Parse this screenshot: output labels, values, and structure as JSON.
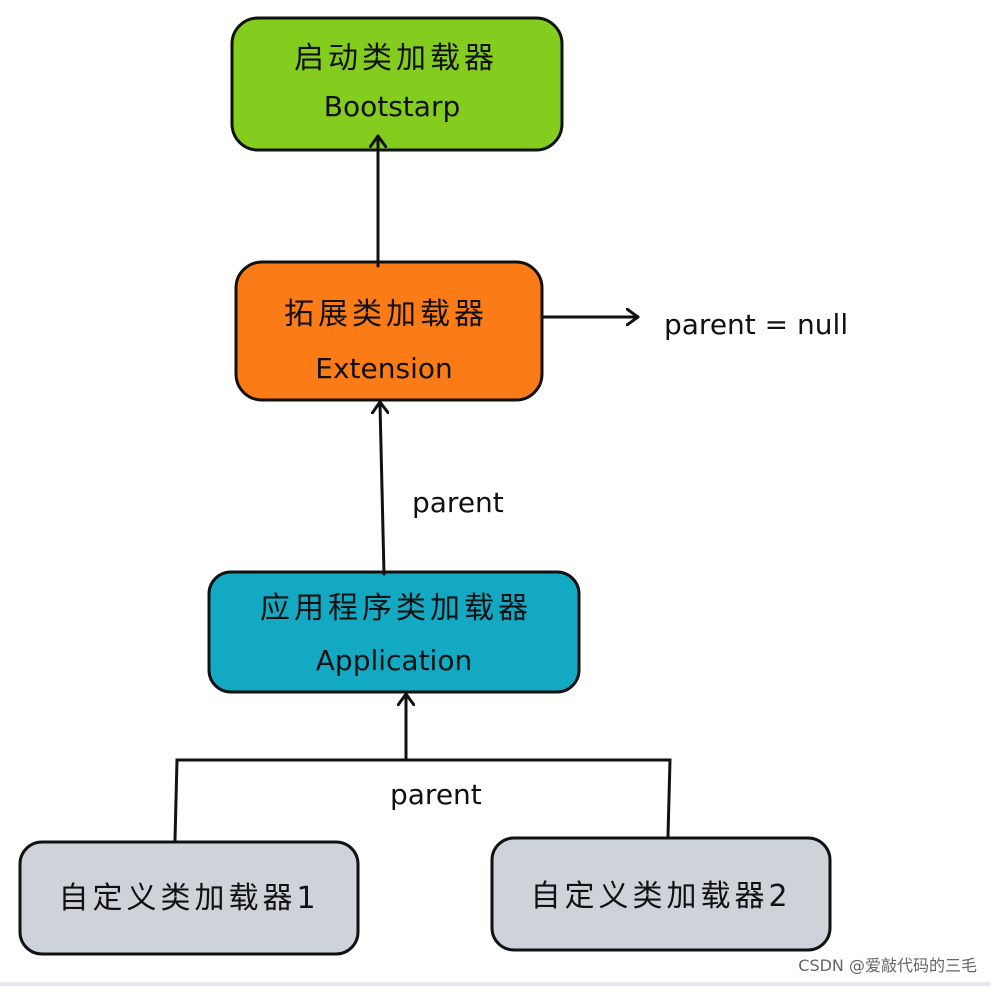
{
  "nodes": {
    "bootstrap": {
      "zh": "启动类加载器",
      "en": "Bootstarp",
      "color": "#84cc1d"
    },
    "extension": {
      "zh": "拓展类加载器",
      "en": "Extension",
      "color": "#fb7b16"
    },
    "application": {
      "zh": "应用程序类加载器",
      "en": "Application",
      "color": "#14a9c3"
    },
    "custom1": {
      "zh": "自定义类加载器1",
      "color": "#ced3d9"
    },
    "custom2": {
      "zh": "自定义类加载器2",
      "color": "#ced3d9"
    }
  },
  "edges": {
    "extension_null_label": "parent = null",
    "application_to_extension_label": "parent",
    "custom_to_application_label": "parent"
  },
  "watermark": "CSDN @爱敲代码的三毛"
}
